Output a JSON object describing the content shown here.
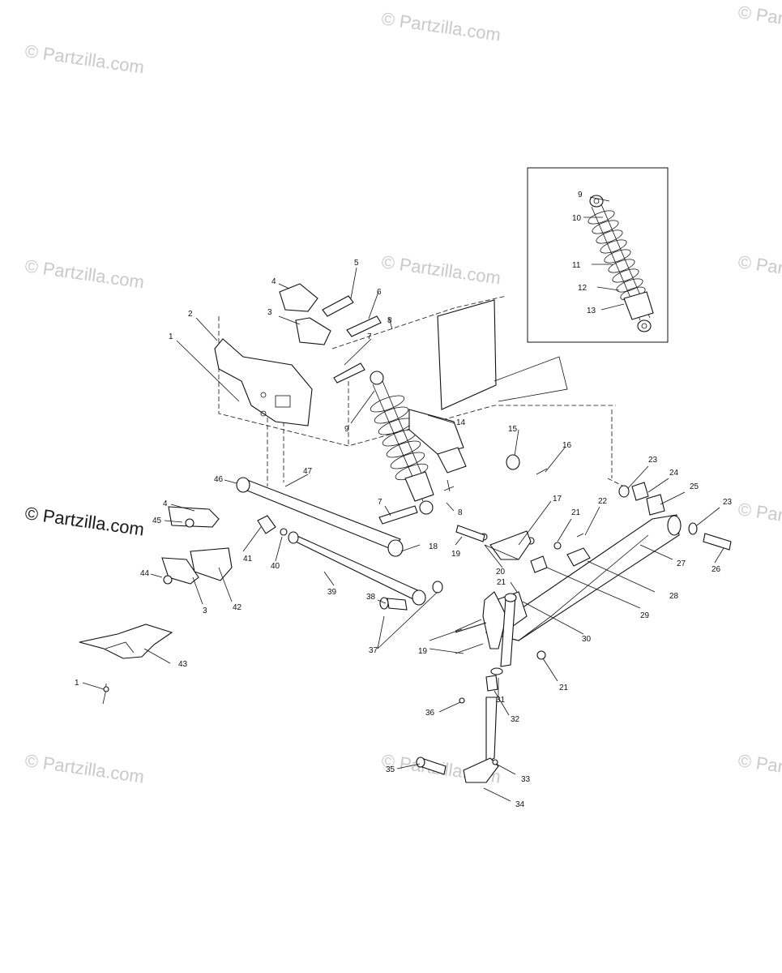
{
  "watermark": {
    "small": "© Partzilla.com",
    "large": "© Partzilla.com"
  },
  "inset": {
    "labels": [
      "9",
      "10",
      "11",
      "12",
      "13"
    ]
  },
  "callouts": {
    "c1a": "1",
    "c2": "2",
    "c3a": "3",
    "c4a": "4",
    "c5": "5",
    "c6": "6",
    "c7a": "7",
    "c8a": "8",
    "c9a": "9",
    "c14": "14",
    "c15": "15",
    "c16": "16",
    "c46": "46",
    "c47": "47",
    "c4b": "4",
    "c45": "45",
    "c44": "44",
    "c3b": "3",
    "c42": "42",
    "c41": "41",
    "c40": "40",
    "c39": "39",
    "c7b": "7",
    "c8b": "8",
    "c17": "17",
    "c18": "18",
    "c19a": "19",
    "c20": "20",
    "c21a": "21",
    "c22": "22",
    "c23a": "23",
    "c24": "24",
    "c25": "25",
    "c23b": "23",
    "c26": "26",
    "c27": "27",
    "c28": "28",
    "c29": "29",
    "c21b": "21",
    "c30": "30",
    "c21c": "21",
    "c38": "38",
    "c37": "37",
    "c19b": "19",
    "c31": "31",
    "c32": "32",
    "c36": "36",
    "c43": "43",
    "c1b": "1",
    "c35": "35",
    "c33": "33",
    "c34": "34"
  }
}
